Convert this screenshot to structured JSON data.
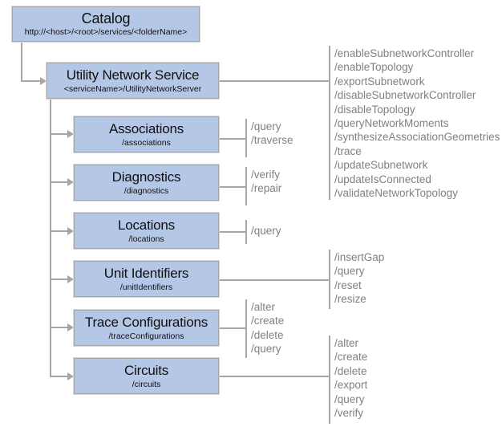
{
  "diagram": {
    "title": "Utility Network Service REST API resource hierarchy",
    "colors": {
      "node_fill": "#b4c7e7",
      "node_border": "#a6a6a6",
      "connector": "#a6a6a6",
      "operation_text": "#808080",
      "background": "#ffffff"
    }
  },
  "nodes": {
    "catalog": {
      "title": "Catalog",
      "path": "http://<host>/<root>/services/<folderName>"
    },
    "utility_network_service": {
      "title": "Utility Network Service",
      "path": "<serviceName>/UtilityNetworkServer"
    },
    "associations": {
      "title": "Associations",
      "path": "/associations"
    },
    "diagnostics": {
      "title": "Diagnostics",
      "path": "/diagnostics"
    },
    "locations": {
      "title": "Locations",
      "path": "/locations"
    },
    "unit_identifiers": {
      "title": "Unit Identifiers",
      "path": "/unitIdentifiers"
    },
    "trace_configurations": {
      "title": "Trace Configurations",
      "path": "/traceConfigurations"
    },
    "circuits": {
      "title": "Circuits",
      "path": "/circuits"
    }
  },
  "operations": {
    "utility_network_service": [
      "/enableSubnetworkController",
      "/enableTopology",
      "/exportSubnetwork",
      "/disableSubnetworkController",
      "/disableTopology",
      "/queryNetworkMoments",
      "/synthesizeAssociationGeometries",
      "/trace",
      "/updateSubnetwork",
      "/updateIsConnected",
      "/validateNetworkTopology"
    ],
    "associations": [
      "/query",
      "/traverse"
    ],
    "diagnostics": [
      "/verify",
      "/repair"
    ],
    "locations": [
      "/query"
    ],
    "unit_identifiers": [
      "/insertGap",
      "/query",
      "/reset",
      "/resize"
    ],
    "trace_configurations": [
      "/alter",
      "/create",
      "/delete",
      "/query"
    ],
    "circuits": [
      "/alter",
      "/create",
      "/delete",
      "/export",
      "/query",
      "/verify"
    ]
  }
}
